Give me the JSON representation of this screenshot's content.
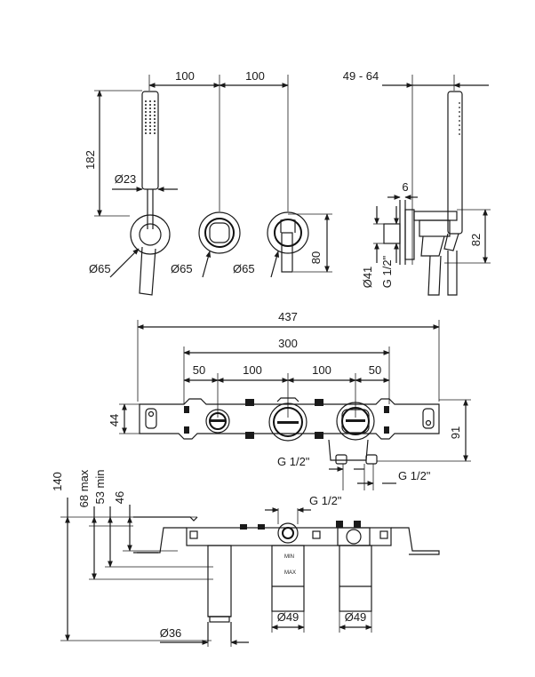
{
  "dims": {
    "top": {
      "w100_left": "100",
      "w100_right": "100",
      "h182": "182",
      "d23": "Ø23",
      "d65_a": "Ø65",
      "d65_b": "Ø65",
      "d65_c": "Ø65",
      "h80": "80",
      "range": "49 - 64",
      "w6": "6",
      "h82": "82",
      "d41": "Ø41",
      "thread_g": "G 1/2\""
    },
    "middle": {
      "w437": "437",
      "w300": "300",
      "w50_left": "50",
      "w100_a": "100",
      "w100_b": "100",
      "w50_right": "50",
      "h44": "44",
      "h91": "91",
      "thread_left": "G 1/2\"",
      "thread_right": "G 1/2\""
    },
    "bottom": {
      "h140": "140",
      "h68max": "68 max",
      "h53min": "53 min",
      "h46": "46",
      "thread_g": "G 1/2\"",
      "d49_left": "Ø49",
      "d49_right": "Ø49",
      "d36": "Ø36",
      "min_mark": "MIN",
      "max_mark": "MAX"
    }
  }
}
